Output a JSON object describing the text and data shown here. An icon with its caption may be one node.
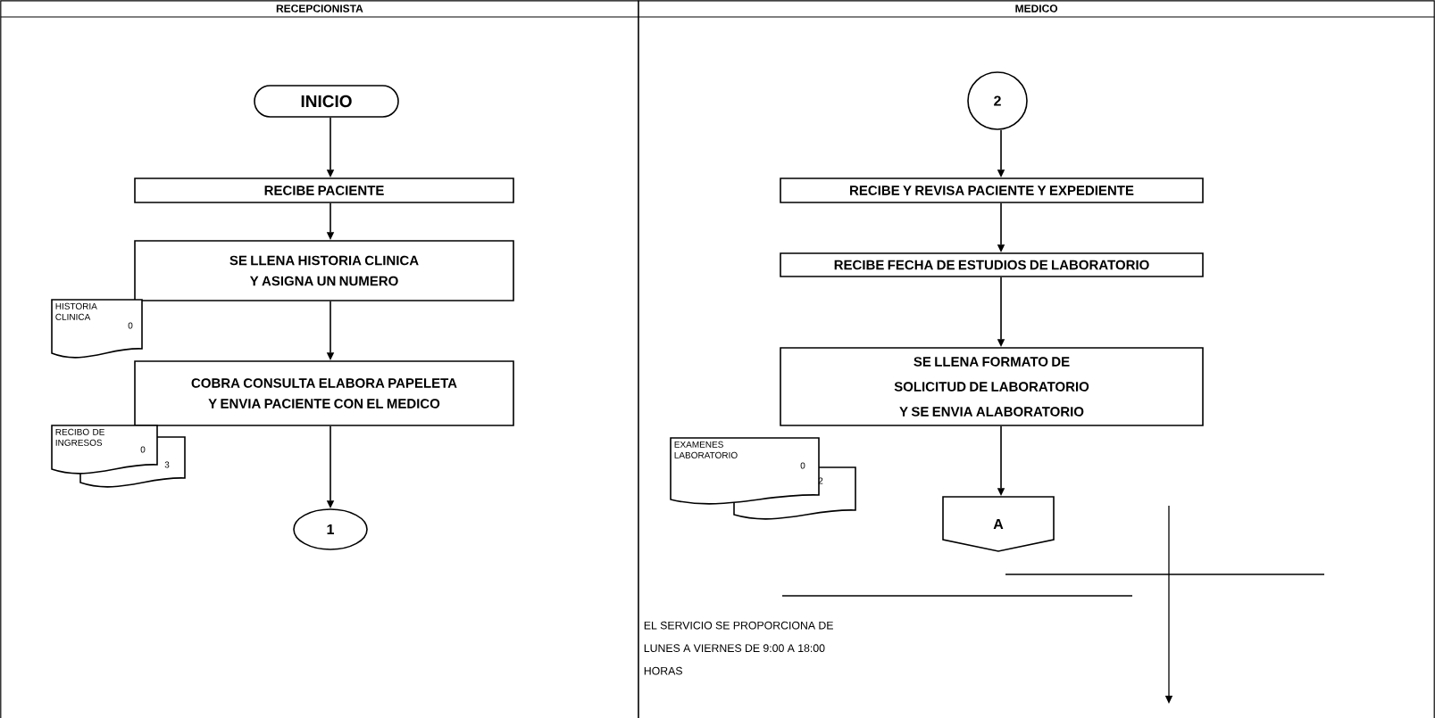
{
  "diagram": {
    "nodes": [
      {
        "text": [
          "RECEPCIONISTA"
        ]
      },
      {
        "text": [
          "MEDICO"
        ]
      },
      {
        "text": [
          "INICIO"
        ],
        "in": 0
      },
      {
        "text": [
          "RECIBE PACIENTE"
        ],
        "in": 0
      },
      {
        "text": [
          "SE LLENA HISTORIA CLINICA Y ASIGNA UN NUMERO"
        ],
        "in": 0
      },
      {
        "text": [
          "HISTORIA CLINICA",
          "0"
        ],
        "in": 0
      },
      {
        "text": [
          "COBRA CONSULTA ELABORA PAPELETA Y ENVIA PACIENTE CON EL MEDICO"
        ],
        "in": 0
      },
      {
        "text": [
          "RECIBO DE INGRESOS",
          "0",
          "3"
        ],
        "in": 0
      },
      {
        "text": [
          "1"
        ],
        "in": 0
      },
      {
        "text": [
          "2"
        ],
        "in": 1
      },
      {
        "text": [
          "RECIBE Y REVISA PACIENTE Y EXPEDIENTE"
        ],
        "in": 1
      },
      {
        "text": [
          "RECIBE FECHA DE ESTUDIOS DE LABORATORIO"
        ],
        "in": 1
      },
      {
        "text": [
          "SE LLENA FORMATO DE SOLICITUD DE LABORATORIO Y SE ENVIA ALABORATORIO"
        ],
        "in": 1
      },
      {
        "text": [
          "EXAMENES LABORATORIO",
          "0",
          "2"
        ],
        "in": 1
      },
      {
        "text": [
          "A"
        ],
        "in": 1
      }
    ],
    "edges": [
      {
        "from": 2,
        "to": 3,
        "arrow": "to"
      },
      {
        "from": 3,
        "to": 4,
        "arrow": "to"
      },
      {
        "from": 4,
        "to": 6,
        "arrow": "to"
      },
      {
        "from": 6,
        "to": 8,
        "arrow": "to"
      },
      {
        "from": 9,
        "to": 10,
        "arrow": "to"
      },
      {
        "from": 10,
        "to": 11,
        "arrow": "to"
      },
      {
        "from": 11,
        "to": 12,
        "arrow": "to"
      },
      {
        "from": 12,
        "to": 14,
        "arrow": "to"
      }
    ],
    "labels": [
      "EL SERVICIO SE PROPORCIONA DE LUNES A VIERNES DE 9:00 A 18:00 HORAS"
    ]
  }
}
